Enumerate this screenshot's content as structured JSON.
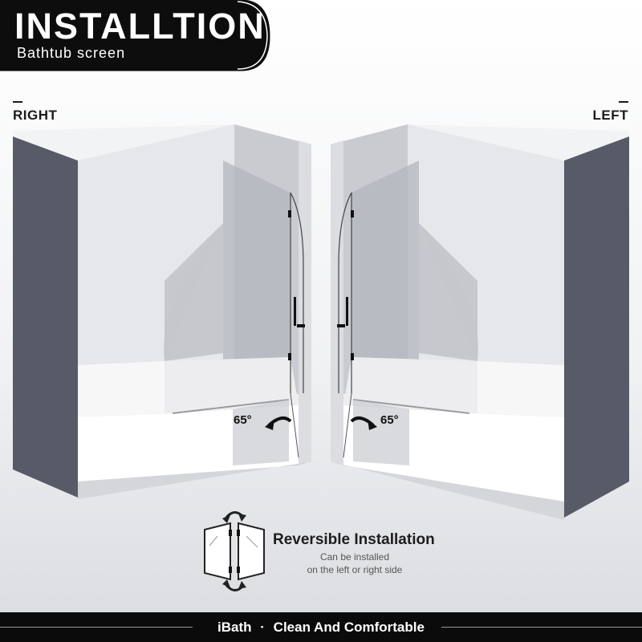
{
  "header": {
    "title": "INSTALLTION",
    "subtitle": "Bathtub screen"
  },
  "sides": {
    "right_label": "RIGHT",
    "left_label": "LEFT"
  },
  "angles": {
    "right": "65°",
    "left": "65°"
  },
  "reversible": {
    "title": "Reversible Installation",
    "line1": "Can be installed",
    "line2": "on the left or right side"
  },
  "footer": {
    "brand": "iBath",
    "separator": "·",
    "tagline": "Clean And Comfortable"
  },
  "colors": {
    "banner": "#0d0d0d",
    "wall_dark": "#595d69",
    "wall_light": "#e8e9ec",
    "tub": "#ffffff",
    "footer": "#0b0b0b"
  },
  "icons": [
    "rotate-arrow-icon",
    "reversible-door-icon"
  ]
}
